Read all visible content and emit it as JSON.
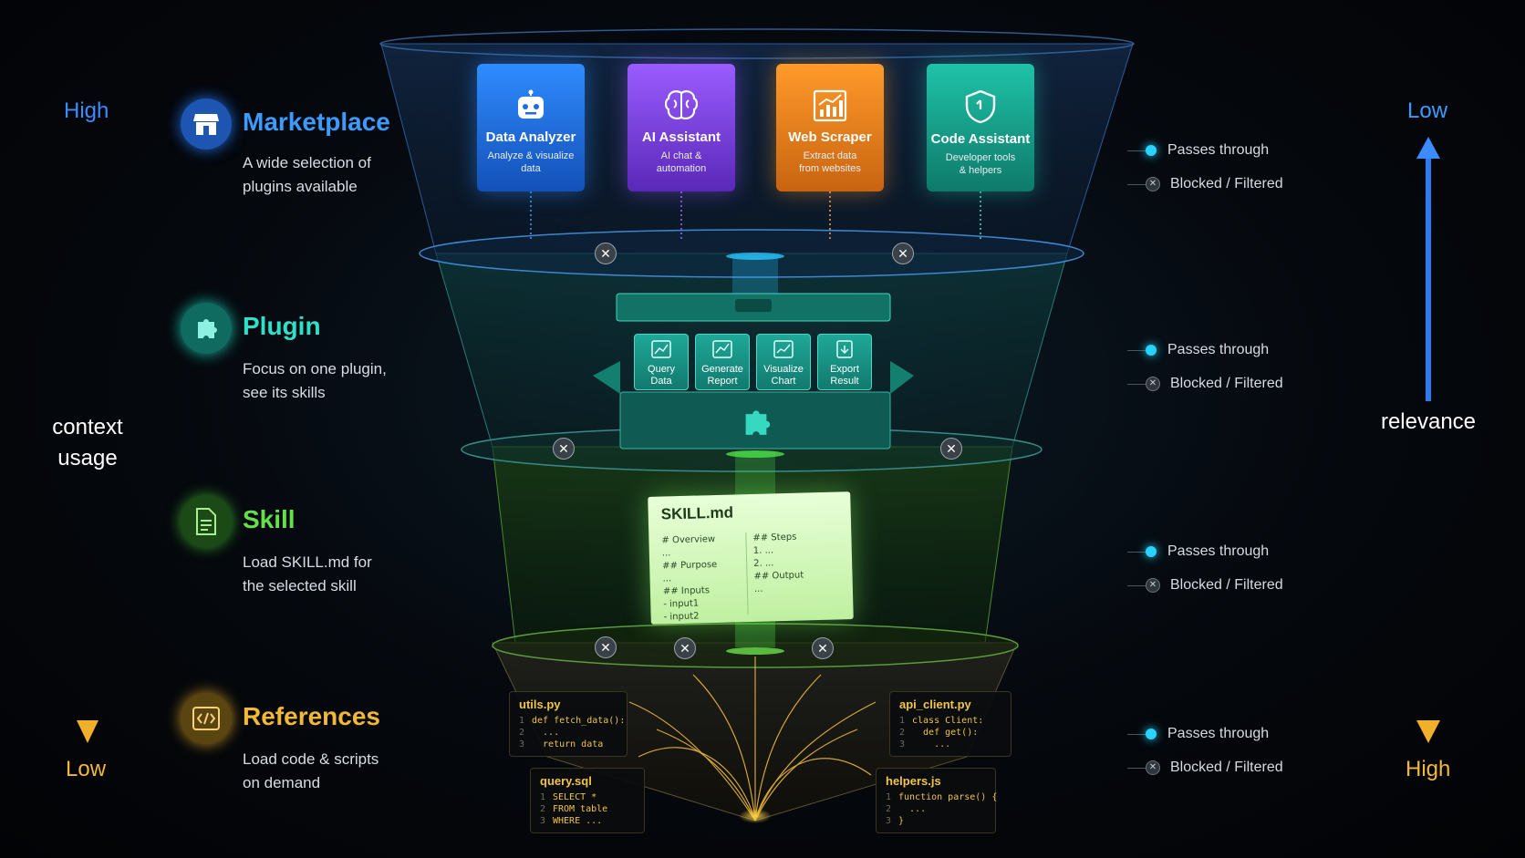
{
  "left_axis": {
    "top": "High",
    "middle_line1": "context",
    "middle_line2": "usage",
    "bottom": "Low"
  },
  "right_axis": {
    "top": "Low",
    "middle": "relevance",
    "bottom": "High"
  },
  "stages": [
    {
      "title": "Marketplace",
      "desc_line1": "A wide selection of",
      "desc_line2": "plugins available",
      "color": "#3b9bff"
    },
    {
      "title": "Plugin",
      "desc_line1": "Focus on one plugin,",
      "desc_line2": "see its skills",
      "color": "#2ee0c8"
    },
    {
      "title": "Skill",
      "desc_line1": "Load SKILL.md for",
      "desc_line2": "the selected skill",
      "color": "#63e04a"
    },
    {
      "title": "References",
      "desc_line1": "Load code & scripts",
      "desc_line2": "on demand",
      "color": "#f3b836"
    }
  ],
  "legend": {
    "pass": "Passes through",
    "block": "Blocked / Filtered"
  },
  "plugins": [
    {
      "title": "Data Analyzer",
      "sub1": "Analyze & visualize",
      "sub2": "data",
      "icon": "robot-icon",
      "color": "#1d6de0"
    },
    {
      "title": "AI Assistant",
      "sub1": "AI chat &",
      "sub2": "automation",
      "icon": "brain-icon",
      "color": "#7b3fe0"
    },
    {
      "title": "Web Scraper",
      "sub1": "Extract data",
      "sub2": "from websites",
      "icon": "chart-icon",
      "color": "#e07a14"
    },
    {
      "title": "Code Assistant",
      "sub1": "Developer tools",
      "sub2": "& helpers",
      "icon": "shield-icon",
      "color": "#14a890"
    }
  ],
  "skills": [
    {
      "line1": "Query",
      "line2": "Data"
    },
    {
      "line1": "Generate",
      "line2": "Report"
    },
    {
      "line1": "Visualize",
      "line2": "Chart"
    },
    {
      "line1": "Export",
      "line2": "Result"
    }
  ],
  "skill_doc": {
    "title": "SKILL.md",
    "left": [
      "# Overview",
      "...",
      "## Purpose",
      "...",
      "## Inputs",
      "- input1",
      "- input2"
    ],
    "right": [
      "## Steps",
      "1. ...",
      "2. ...",
      "## Output",
      "..."
    ]
  },
  "code_files": [
    {
      "name": "utils.py",
      "lines": [
        "def fetch_data():",
        "  ...",
        "  return data"
      ]
    },
    {
      "name": "api_client.py",
      "lines": [
        "class Client:",
        "  def get():",
        "    ..."
      ]
    },
    {
      "name": "query.sql",
      "lines": [
        "SELECT *",
        "FROM table",
        "WHERE ..."
      ]
    },
    {
      "name": "helpers.js",
      "lines": [
        "function parse() {",
        "  ...",
        "}"
      ]
    }
  ],
  "x_symbol": "✕"
}
